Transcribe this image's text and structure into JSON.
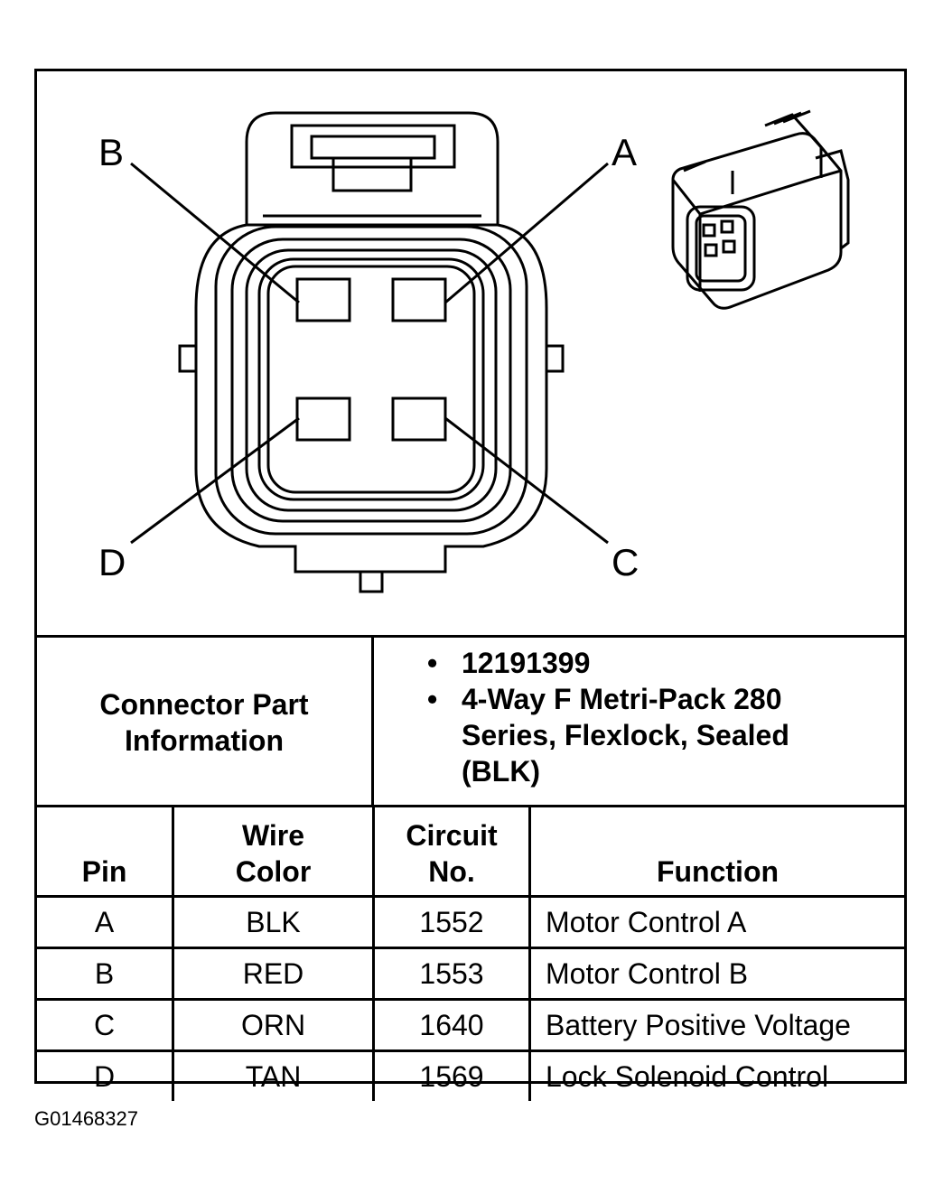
{
  "pin_labels": {
    "a": "A",
    "b": "B",
    "c": "C",
    "d": "D"
  },
  "connector_info": {
    "label": "Connector Part Information",
    "items": [
      "12191399",
      "4-Way F Metri-Pack 280 Series, Flexlock, Sealed (BLK)"
    ]
  },
  "table": {
    "headers": [
      "Pin",
      "Wire Color",
      "Circuit No.",
      "Function"
    ],
    "rows": [
      [
        "A",
        "BLK",
        "1552",
        "Motor Control A"
      ],
      [
        "B",
        "RED",
        "1553",
        "Motor Control B"
      ],
      [
        "C",
        "ORN",
        "1640",
        "Battery Positive Voltage"
      ],
      [
        "D",
        "TAN",
        "1569",
        "Lock Solenoid Control"
      ]
    ]
  },
  "figure_id": "G01468327"
}
